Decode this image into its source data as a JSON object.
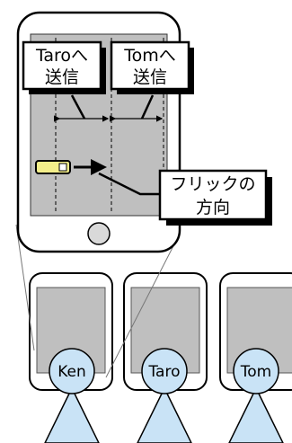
{
  "colors": {
    "phone_fill": "#ffffff",
    "phone_stroke": "#000000",
    "screen_fill": "#bfbfbf",
    "person_fill": "#c9e3f6",
    "finger_fill": "#f3ee8a",
    "callout_fill": "#ffffff"
  },
  "callouts": {
    "send_taro": {
      "line1": "Taroへ",
      "line2": "送信"
    },
    "send_tom": {
      "line1": "Tomへ",
      "line2": "送信"
    },
    "flick": {
      "line1": "フリックの",
      "line2": "方向"
    }
  },
  "people": [
    {
      "name": "Ken",
      "icon": "person-icon"
    },
    {
      "name": "Taro",
      "icon": "person-icon"
    },
    {
      "name": "Tom",
      "icon": "person-icon"
    }
  ]
}
